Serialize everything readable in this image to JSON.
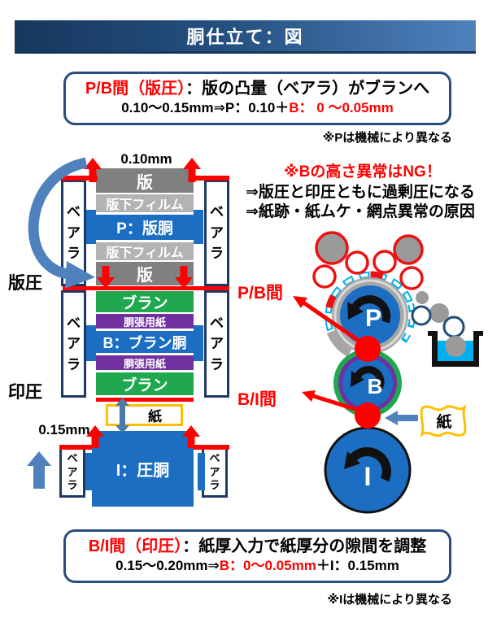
{
  "header": {
    "title": "胴仕立て：図"
  },
  "top_box": {
    "title_red": "P/B間（版圧）",
    "title_black": "：版の凸量（ベアラ）がブランへ",
    "formula_black": "0.10～0.15mm⇒P：0.10＋",
    "formula_red": "B： 0 ～0.05mm",
    "note": "※Pは機械により異なる"
  },
  "stack": {
    "top_gap": "0.10mm",
    "bottom_gap": "0.15mm",
    "plate_pressure_label": "版圧",
    "impression_pressure_label": "印圧",
    "bearer_label": "ベアラ",
    "layers": {
      "plate_top": "版",
      "underlay_top": "版下フィルム",
      "plate_cylinder": "P：版胴",
      "underlay_bottom": "版下フィルム",
      "plate_bottom": "版",
      "blanket_top": "ブラン",
      "packing_top": "胴張用紙",
      "blanket_cylinder": "B：ブラン胴",
      "packing_bottom": "胴張用紙",
      "blanket_bottom": "ブラン"
    },
    "paper_label": "紙",
    "impression_cylinder": "I：圧胴"
  },
  "right_diagram": {
    "warning_title": "※Bの高さ異常はNG！",
    "warning_line2": "⇒版圧と印圧ともに過剰圧になる",
    "warning_line3": "⇒紙跡・紙ムケ・網点異常の原因",
    "pb_gap_label": "P/B間",
    "bi_gap_label": "B/I間",
    "cylinder_p": "P",
    "cylinder_b": "B",
    "cylinder_i": "I",
    "paper_flag": "紙"
  },
  "bottom_box": {
    "title_red": "B/I間（印圧）",
    "title_black": "：紙厚入力で紙厚分の隙間を調整",
    "formula_black1": "0.15～0.20mm⇒",
    "formula_red": "B：0～0.05mm",
    "formula_black2": "＋I：0.15mm",
    "note": "※Iは機械により異なる"
  },
  "colors": {
    "header_dark": "#17375e",
    "header_light": "#4f81bd",
    "accent_red": "#ff0000",
    "cylinder_blue": "#1b6ec2",
    "blanket_green": "#1fa84d",
    "packing_purple": "#7030a0",
    "plate_gray": "#808080",
    "underlay_gray": "#b3b3b3",
    "paper_yellow": "#ffc000",
    "steel_blue": "#4f81bd",
    "water_cyan": "#00b0f0"
  }
}
